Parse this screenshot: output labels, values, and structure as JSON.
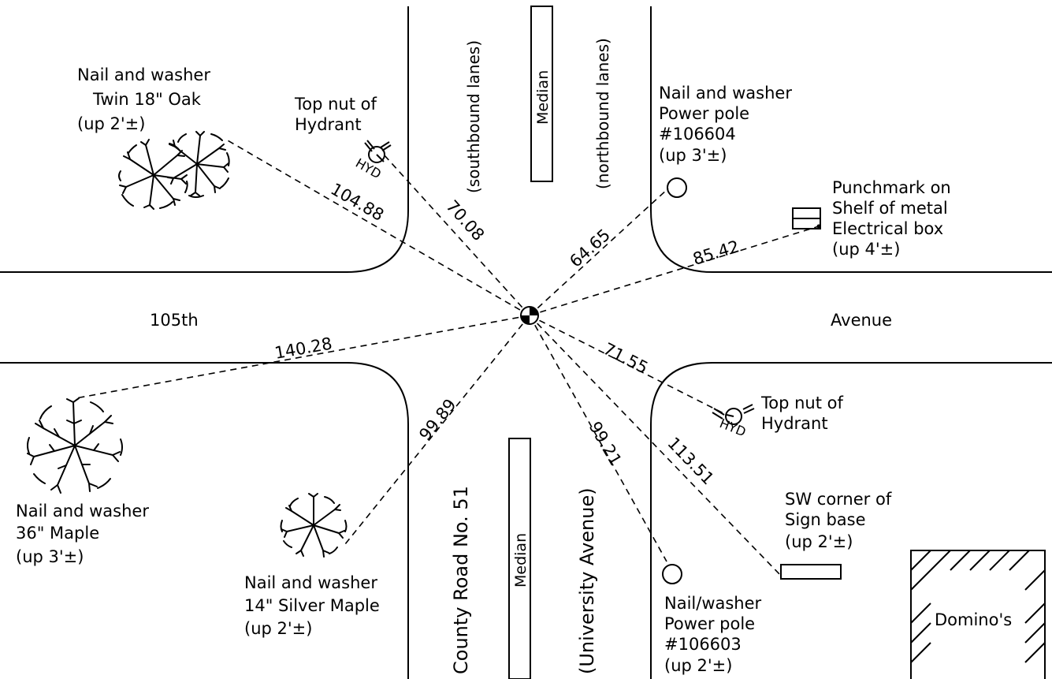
{
  "streets": {
    "avenue_left": "105th",
    "avenue_right": "Avenue",
    "southbound": "(southbound lanes)",
    "northbound": "(northbound lanes)",
    "median_top": "Median",
    "median_bottom": "Median",
    "county_road": "County Road No. 51",
    "university": "(University Avenue)"
  },
  "reference_ties": {
    "twin_oak": {
      "lines": [
        "Nail and washer",
        "Twin 18\" Oak",
        "(up 2'±)"
      ],
      "distance": "104.88"
    },
    "hydrant_nw": {
      "lines": [
        "Top nut of",
        "Hydrant"
      ],
      "symbol": "HYD",
      "distance": "70.08"
    },
    "power_pole_ne": {
      "lines": [
        "Nail and washer",
        "Power pole",
        "#106604",
        "(up 3'±)"
      ],
      "distance": "64.65"
    },
    "electrical_box": {
      "lines": [
        "Punchmark on",
        "Shelf of metal",
        "Electrical box",
        "(up 4'±)"
      ],
      "distance": "85.42"
    },
    "maple_36": {
      "lines": [
        "Nail and washer",
        "36\" Maple",
        "(up 3'±)"
      ],
      "distance": "140.28"
    },
    "silver_maple": {
      "lines": [
        "Nail and washer",
        "14\" Silver Maple",
        "(up 2'±)"
      ],
      "distance": "99.89"
    },
    "hydrant_se": {
      "lines": [
        "Top nut of",
        "Hydrant"
      ],
      "symbol": "HYD",
      "distance": "71.55"
    },
    "power_pole_s": {
      "lines": [
        "Nail/washer",
        "Power pole",
        "#106603",
        "(up 2'±)"
      ],
      "distance": "99.21"
    },
    "sign_base": {
      "lines": [
        "SW corner of",
        "Sign base",
        "(up 2'±)"
      ],
      "distance": "113.51"
    }
  },
  "buildings": {
    "dominos": "Domino's"
  }
}
